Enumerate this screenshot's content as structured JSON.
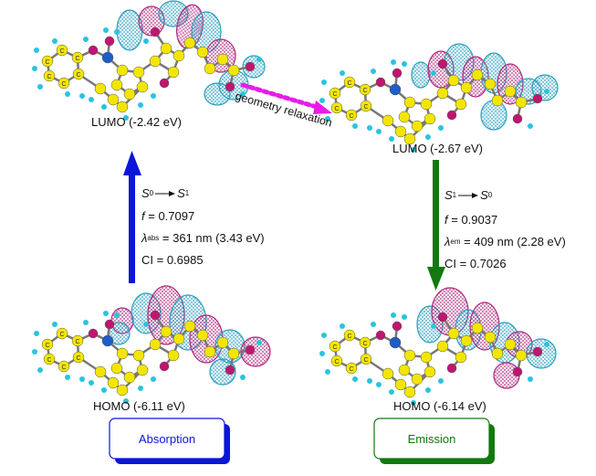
{
  "colors": {
    "absorption": "#0b16d8",
    "emission": "#13790f",
    "relaxation": "#e81ce8",
    "carbon": "#f2e600",
    "hydrogen": "#29c4de",
    "oxygen": "#c01570",
    "metal": "#1d5ec7",
    "orbital_pos": "#2a9fc0",
    "orbital_neg": "#b0297e"
  },
  "atom_label": "C",
  "left": {
    "lumo_label": "LUMO (-2.42 eV)",
    "homo_label": "HOMO (-6.11 eV)",
    "transition": {
      "from": "S",
      "from_sub": "0",
      "to": "S",
      "to_sub": "1"
    },
    "f_symbol": "f",
    "f_value": " = 0.7097",
    "lambda_symbol": "λ",
    "lambda_sub": "abs",
    "lambda_value": " = 361 nm (3.43 eV)",
    "ci": "CI = 0.6985",
    "box_label": "Absorption"
  },
  "right": {
    "lumo_label": "LUMO (-2.67 eV)",
    "homo_label": "HOMO (-6.14 eV)",
    "transition": {
      "from": "S",
      "from_sub": "1",
      "to": "S",
      "to_sub": "0"
    },
    "f_symbol": "f",
    "f_value": " = 0.9037",
    "lambda_symbol": "λ",
    "lambda_sub": "em",
    "lambda_value": " = 409 nm (2.28 eV)",
    "ci": "CI = 0.7026",
    "box_label": "Emission"
  },
  "relaxation_label": "geometry relaxation"
}
